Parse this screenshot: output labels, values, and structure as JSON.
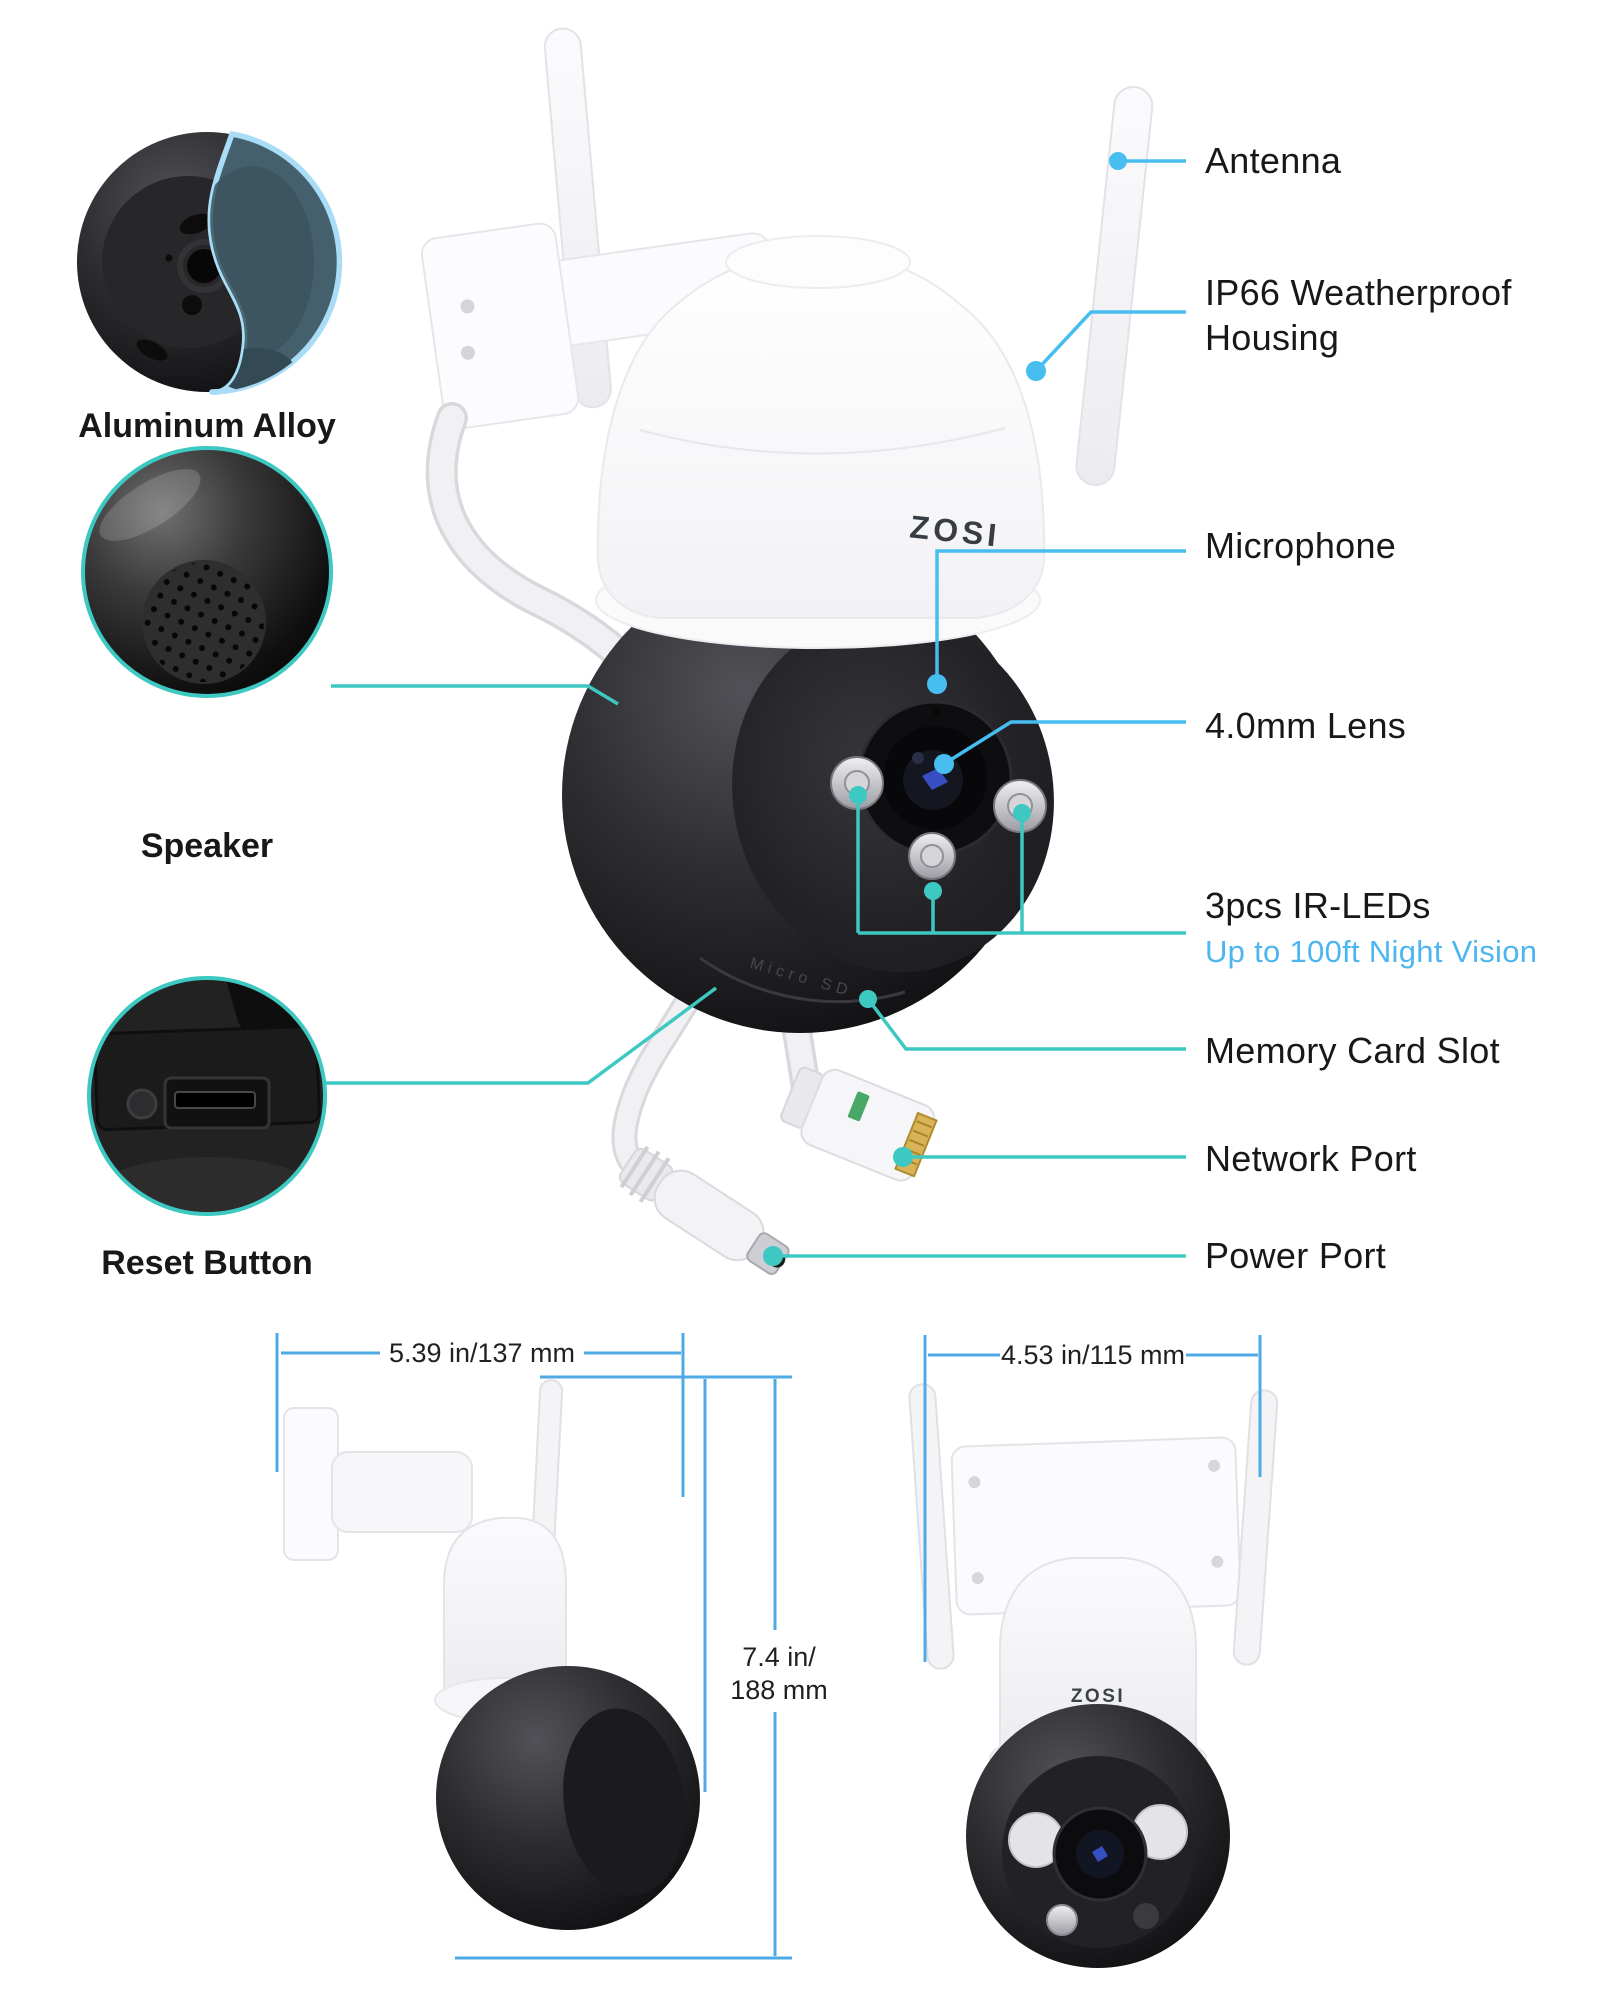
{
  "brand": {
    "logo": "ZOSI"
  },
  "palette": {
    "callout_blue": "#47bdf0",
    "callout_teal": "#3dc8c2",
    "dimension_blue": "#4fa9e4",
    "label_text": "#17181a",
    "night_vision_blue": "#4db5f0"
  },
  "insets": [
    {
      "id": "aluminum-alloy",
      "label": "Aluminum Alloy"
    },
    {
      "id": "speaker",
      "label": "Speaker"
    },
    {
      "id": "reset-button",
      "label": "Reset Button"
    }
  ],
  "callouts": {
    "antenna": {
      "label": "Antenna"
    },
    "housing": {
      "line1": "IP66 Weatherproof",
      "line2": "Housing"
    },
    "microphone": {
      "label": "Microphone"
    },
    "lens": {
      "label": "4.0mm Lens"
    },
    "ir_leds": {
      "label": "3pcs IR-LEDs",
      "sublabel": "Up to 100ft Night Vision"
    },
    "memory_card": {
      "label": "Memory Card Slot"
    },
    "network_port": {
      "label": "Network Port"
    },
    "power_port": {
      "label": "Power Port"
    }
  },
  "dimensions": {
    "side_width": "5.39 in/137 mm",
    "front_width": "4.53 in/115 mm",
    "height_line1": "7.4 in/",
    "height_line2": "188 mm"
  },
  "engraving": {
    "micro_sd": "Micro SD"
  }
}
